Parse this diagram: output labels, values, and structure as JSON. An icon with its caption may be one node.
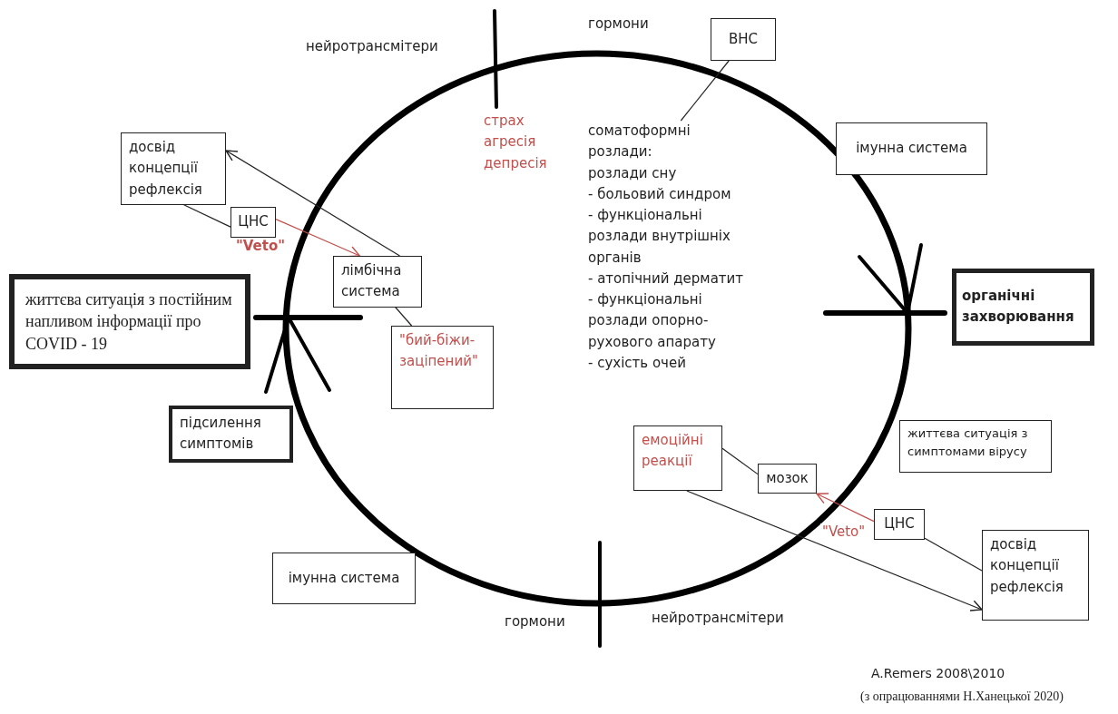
{
  "diagram": {
    "nodes": [
      {
        "text": [
          "ВНС"
        ]
      },
      {
        "text": [
          "соматоформні розлади:",
          "розлади сну",
          "- больовий синдром",
          "- функціональні розлади внутрішніх органів",
          "- атопічний дерматит",
          "- функціональні розлади опорно-рухового апарату",
          "- сухість очей"
        ]
      },
      {
        "text": [
          "імунна система"
        ]
      },
      {
        "text": [
          "досвід концепції рефлексія"
        ]
      },
      {
        "text": [
          "ЦНС"
        ]
      },
      {
        "text": [
          "лімбічна система"
        ]
      },
      {
        "text": [
          "\"бий-біжи-заціпений\""
        ]
      },
      {
        "text": [
          "життєва ситуація з постійним напливом інформації про COVID - 19"
        ]
      },
      {
        "text": [
          "підсилення симптомів"
        ]
      },
      {
        "text": [
          "органічні захворювання"
        ]
      },
      {
        "text": [
          "імунна система"
        ]
      },
      {
        "text": [
          "життєва ситуація з симптомами вірусу"
        ]
      },
      {
        "text": [
          "емоційні реакції"
        ]
      },
      {
        "text": [
          "мозок"
        ]
      },
      {
        "text": [
          "ЦНС"
        ]
      },
      {
        "text": [
          "досвід концепції рефлексія"
        ]
      }
    ],
    "edges": [
      {
        "from": 0,
        "to": 1,
        "arrow": "none"
      },
      {
        "from": 5,
        "to": 3,
        "arrow": "to"
      },
      {
        "from": 3,
        "to": 4,
        "arrow": "none"
      },
      {
        "from": 4,
        "to": 5,
        "arrow": "to",
        "label": "\"Veto\"",
        "color": "#c0504d"
      },
      {
        "from": 5,
        "to": 6,
        "arrow": "none"
      },
      {
        "from": 12,
        "to": 13,
        "arrow": "none"
      },
      {
        "from": 14,
        "to": 13,
        "arrow": "to",
        "label": "\"Veto\"",
        "color": "#c0504d"
      },
      {
        "from": 14,
        "to": 15,
        "arrow": "none"
      },
      {
        "from": 12,
        "to": 15,
        "arrow": "to"
      }
    ],
    "labels": [
      "нейротрансмітери",
      "гормони",
      "страх агресія депресія",
      "гормони",
      "нейротрансмітери",
      "A.Remers 2008\\2010",
      "(з опрацюваннями Н.Ханецької 2020)"
    ]
  }
}
